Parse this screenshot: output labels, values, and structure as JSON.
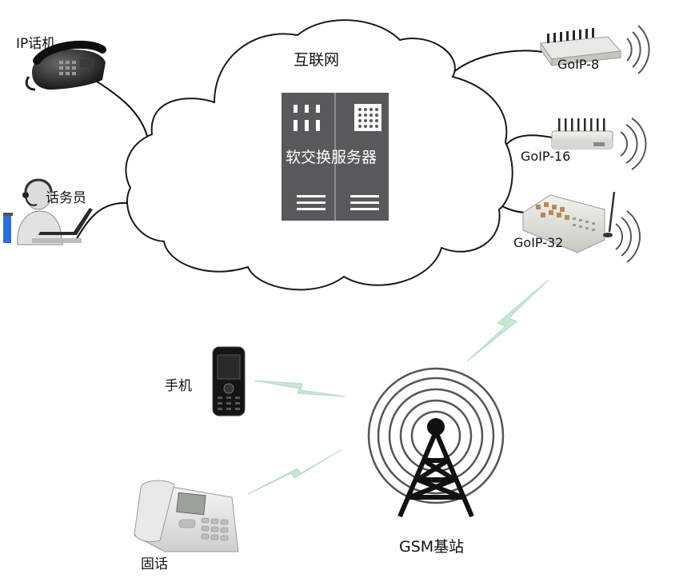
{
  "diagram": {
    "cloud_label": "互联网",
    "server_label": "软交换服务器",
    "nodes": {
      "ip_phone": "IP话机",
      "operator": "话务员",
      "goip8": "GoIP-8",
      "goip16": "GoIP-16",
      "goip32": "GoIP-32",
      "mobile": "手机",
      "landline": "固话",
      "gsm": "GSM基站"
    }
  },
  "colors": {
    "server": "#58595b",
    "wave": "#555555",
    "lightning": "#c8e6d4"
  }
}
